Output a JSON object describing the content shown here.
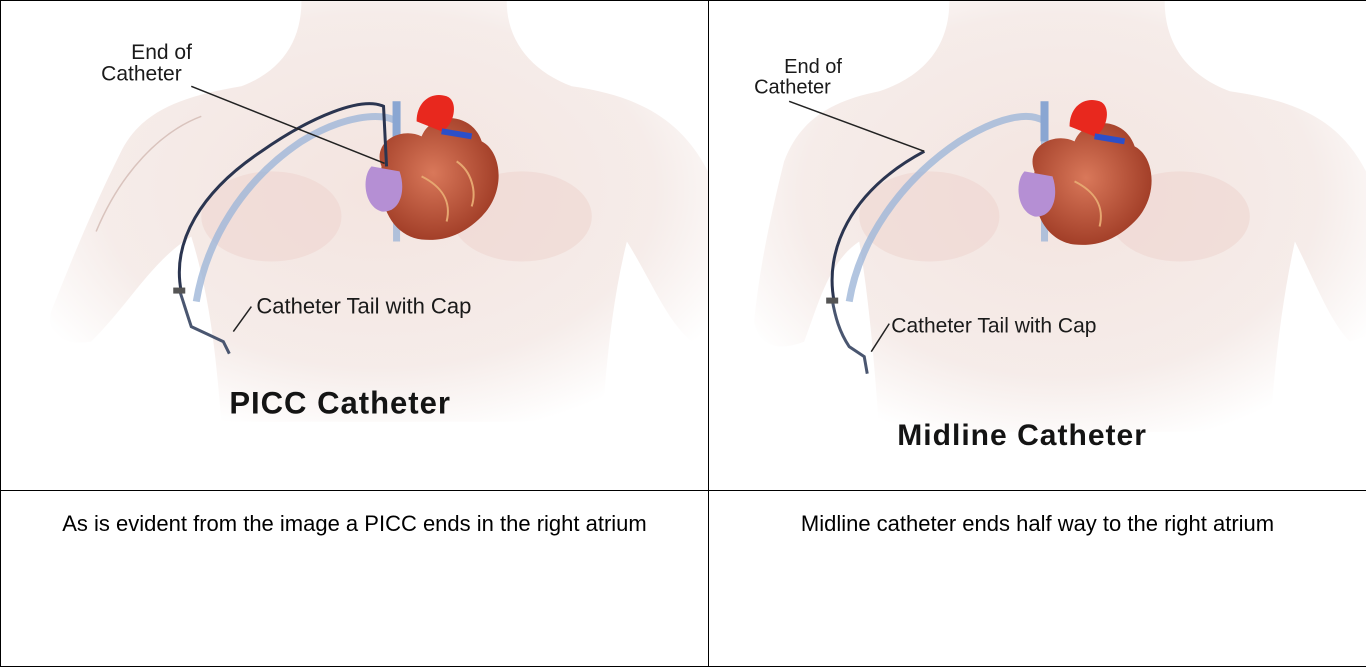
{
  "panels": [
    {
      "end_label_line1": "End of",
      "end_label_line2": "Catheter",
      "tail_label": "Catheter Tail with Cap",
      "title": "PICC Catheter",
      "caption": "As is evident from the image a PICC ends in the right atrium"
    },
    {
      "end_label_line1": "End of",
      "end_label_line2": "Catheter",
      "tail_label": "Catheter Tail with Cap",
      "title": "Midline Catheter",
      "caption": "Midline catheter ends half way to the right atrium"
    }
  ]
}
